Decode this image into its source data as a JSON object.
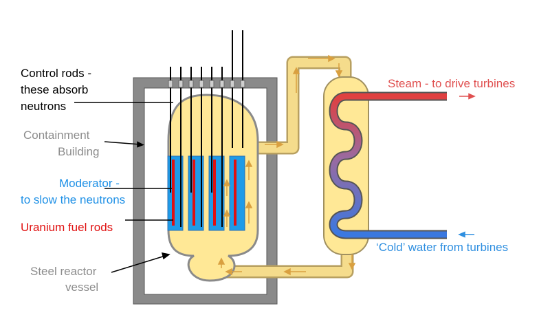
{
  "labels": {
    "control_rods_line1": "Control rods -",
    "control_rods_line2": "these absorb",
    "control_rods_line3": "neutrons",
    "containment_line1": "Containment",
    "containment_line2": "Building",
    "moderator_line1": "Moderator -",
    "moderator_line2": "to slow the neutrons",
    "fuel_rods": "Uranium fuel rods",
    "vessel_line1": "Steel reactor",
    "vessel_line2": "vessel",
    "steam": "Steam - to drive turbines",
    "cold_water": "‘Cold’ water from turbines"
  },
  "colors": {
    "containment": "#8a8a8a",
    "vessel_fill": "#ffe896",
    "pipe_fill": "#f5dc8c",
    "flow_arrow": "#d9a040",
    "moderator": "#1e9be8",
    "fuel_rod": "#e01010",
    "steam": "#e05050",
    "cold_water": "#2f8fe0"
  }
}
